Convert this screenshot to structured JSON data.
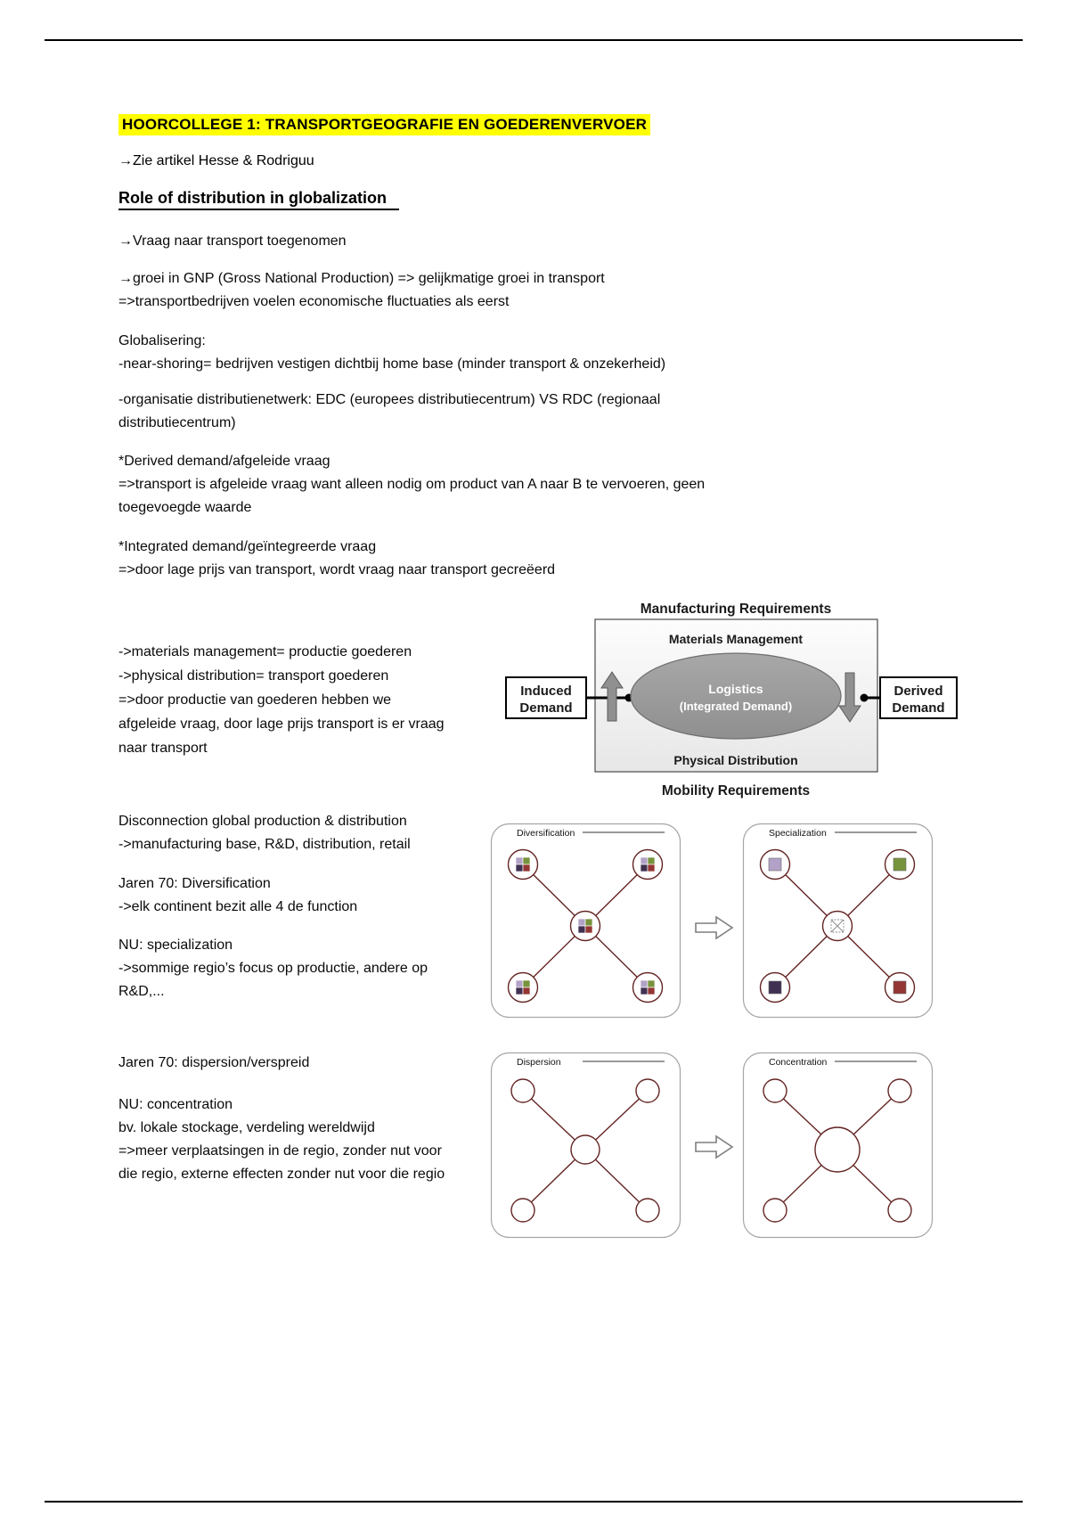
{
  "doc": {
    "title": "HOORCOLLEGE 1: TRANSPORTGEOGRAFIE EN GOEDERENVERVOER",
    "ref_line": "→Zie artikel Hesse & Rodriguu",
    "section_heading": "Role of distribution in globalization",
    "paras": [
      "→Vraag naar transport toegenomen",
      "→groei in GNP (Gross National Production) => gelijkmatige groei in transport\n=>transportbedrijven voelen economische fluctuaties als eerst",
      "Globalisering:\n-near-shoring= bedrijven vestigen dichtbij home base (minder transport & onzekerheid)",
      "-organisatie distributienetwerk: EDC (europees distributiecentrum) VS RDC (regionaal\ndistributiecentrum)",
      "*Derived demand/afgeleide vraag\n=>transport is afgeleide vraag want alleen nodig om product van A naar B te vervoeren, geen\ntoegevoegde waarde",
      "*Integrated demand/geïntegreerde vraag\n=>door lage prijs van transport, wordt vraag naar transport gecreëerd"
    ],
    "materials_block": "->materials management= productie goederen\n->physical distribution= transport goederen\n=>door productie van goederen hebben we\nafgeleide vraag, door lage prijs transport is er vraag\nnaar transport",
    "disconnection_block": "Disconnection global production & distribution\n->manufacturing base, R&D, distribution, retail",
    "jaren70_div_block": "Jaren 70: Diversification\n->elk continent bezit alle 4 de function",
    "nu_spec_block": "NU: specialization\n->sommige regio’s focus op productie, andere op\nR&D,...",
    "jaren70_disp_block": "Jaren 70: dispersion/verspreid",
    "nu_conc_block": "NU: concentration\nbv. lokale stockage, verdeling wereldwijd\n=>meer verplaatsingen in de regio, zonder nut voor\ndie regio, externe effecten zonder nut voor die regio",
    "highlight_color": "#ffff00"
  },
  "logistics_diagram": {
    "top_label": "Manufacturing Requirements",
    "materials_label": "Materials Management",
    "ellipse_line1": "Logistics",
    "ellipse_line2": "(Integrated Demand)",
    "physical_label": "Physical Distribution",
    "bottom_label": "Mobility Requirements",
    "left_box_line1": "Induced",
    "left_box_line2": "Demand",
    "right_box_line1": "Derived",
    "right_box_line2": "Demand"
  },
  "network_diagrams": {
    "diversification_title": "Diversification",
    "specialization_title": "Specialization",
    "dispersion_title": "Dispersion",
    "concentration_title": "Concentration",
    "colors": {
      "light_purple": "#b2a2c7",
      "green": "#77933c",
      "dark_purple": "#403152",
      "dark_red": "#943634",
      "line": "#632423"
    }
  }
}
